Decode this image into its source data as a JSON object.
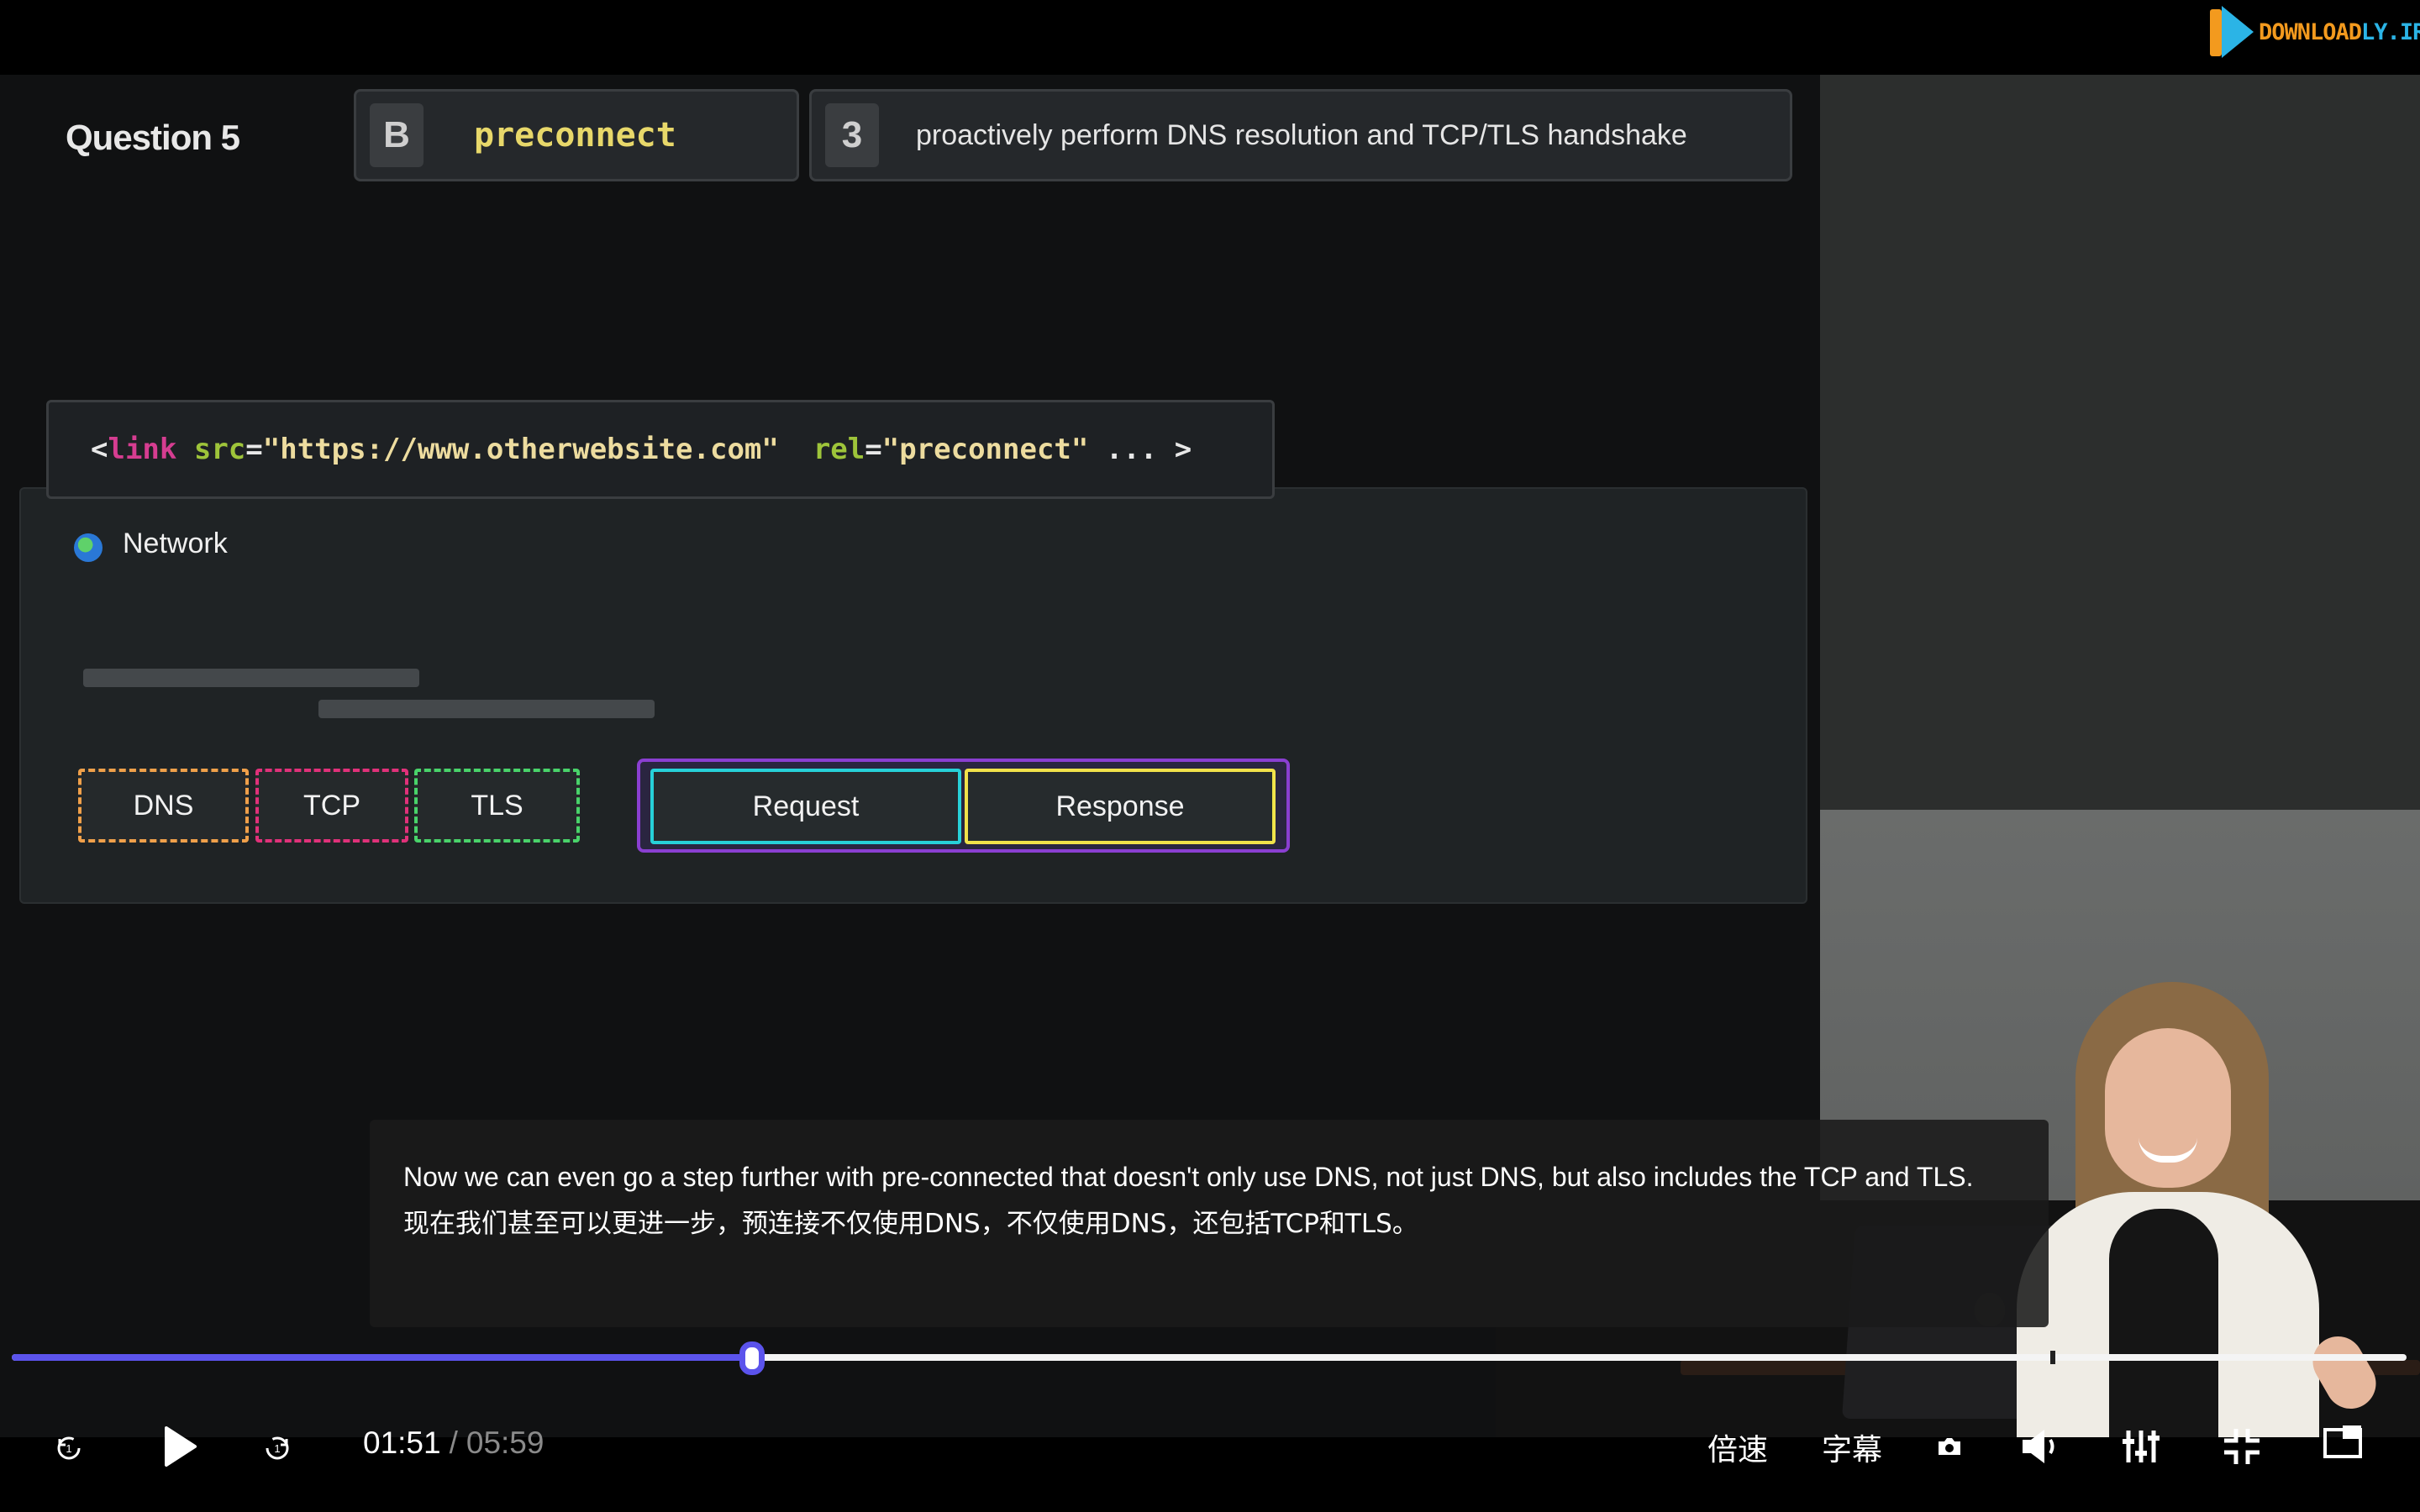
{
  "slide": {
    "question_label": "Question 5",
    "answer_letter": "B",
    "answer_code": "preconnect",
    "match_number": "3",
    "match_text": "proactively perform DNS resolution and TCP/TLS handshake",
    "code": {
      "open": "<",
      "tag": "link",
      "attr1": "src",
      "eq1": "=",
      "val1": "\"https://www.otherwebsite.com\"",
      "attr2": "rel",
      "eq2": "=",
      "val2": "\"preconnect\"",
      "rest": "... >"
    },
    "network": {
      "title": "Network",
      "phases": [
        "DNS",
        "TCP",
        "TLS"
      ],
      "request_label": "Request",
      "response_label": "Response"
    }
  },
  "watermark": {
    "text_main": "DOWNLOAD",
    "text_accent": "LY.IR"
  },
  "subtitle": {
    "english": "Now we can even go a step further with pre-connected that doesn't only use DNS, not just DNS, but also includes the TCP and TLS.",
    "chinese": "现在我们甚至可以更进一步，预连接不仅使用DNS，不仅使用DNS，还包括TCP和TLS。"
  },
  "player": {
    "current_time": "01:51",
    "separator": "/",
    "duration": "05:59",
    "progress_fraction": 0.309,
    "speed_label": "倍速",
    "subtitle_label": "字幕",
    "accent_color": "#5b53ec",
    "icons": [
      "rewind-icon",
      "play-icon",
      "forward-icon",
      "screenshot-icon",
      "volume-icon",
      "settings-sliders-icon",
      "exit-fullscreen-icon",
      "picture-in-picture-icon"
    ]
  }
}
